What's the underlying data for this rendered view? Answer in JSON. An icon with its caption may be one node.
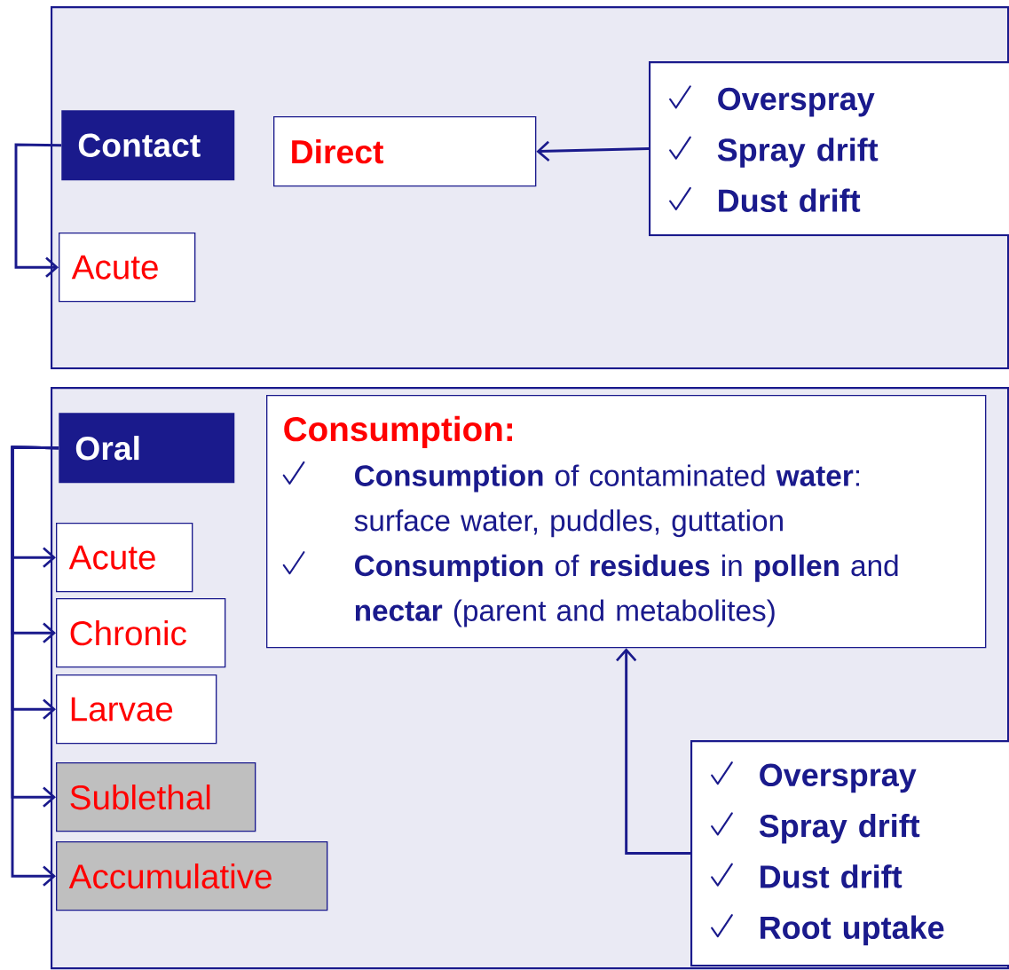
{
  "diagram": {
    "nodes": [
      {
        "text": [],
        "shape": "box"
      },
      {
        "text": [
          "Contact"
        ],
        "in": 0
      },
      {
        "text": [
          "Direct"
        ],
        "in": 0
      },
      {
        "text": [
          "Overspray",
          "Spray drift",
          "Dust drift"
        ],
        "in": 0
      },
      {
        "text": [
          "Acute"
        ],
        "in": 0
      },
      {
        "text": [],
        "shape": "box"
      },
      {
        "text": [
          "Oral"
        ],
        "in": 5
      },
      {
        "text": [
          "Consumption:",
          "**Consumption** of contaminated **water**: surface water, puddles, guttation",
          "**Consumption** of **residues** in **pollen** and **nectar** (parent and metabolites)"
        ],
        "in": 5
      },
      {
        "text": [
          "Acute"
        ],
        "in": 5
      },
      {
        "text": [
          "Chronic"
        ],
        "in": 5
      },
      {
        "text": [
          "Larvae"
        ],
        "in": 5
      },
      {
        "text": [
          "Sublethal"
        ],
        "in": 5
      },
      {
        "text": [
          "Accumulative"
        ],
        "in": 5
      },
      {
        "text": [
          "Overspray",
          "Spray drift",
          "Dust drift",
          "Root uptake"
        ],
        "in": 5
      }
    ],
    "edges": [
      {
        "from": 1,
        "to": 4,
        "arrow": "to"
      },
      {
        "from": 3,
        "to": 2,
        "arrow": "to"
      },
      {
        "from": 6,
        "to": 8,
        "arrow": "to"
      },
      {
        "from": 6,
        "to": 9,
        "arrow": "to"
      },
      {
        "from": 6,
        "to": 10,
        "arrow": "to"
      },
      {
        "from": 6,
        "to": 11,
        "arrow": "to"
      },
      {
        "from": 6,
        "to": 12,
        "arrow": "to"
      },
      {
        "from": 13,
        "to": 7,
        "arrow": "to"
      }
    ]
  }
}
